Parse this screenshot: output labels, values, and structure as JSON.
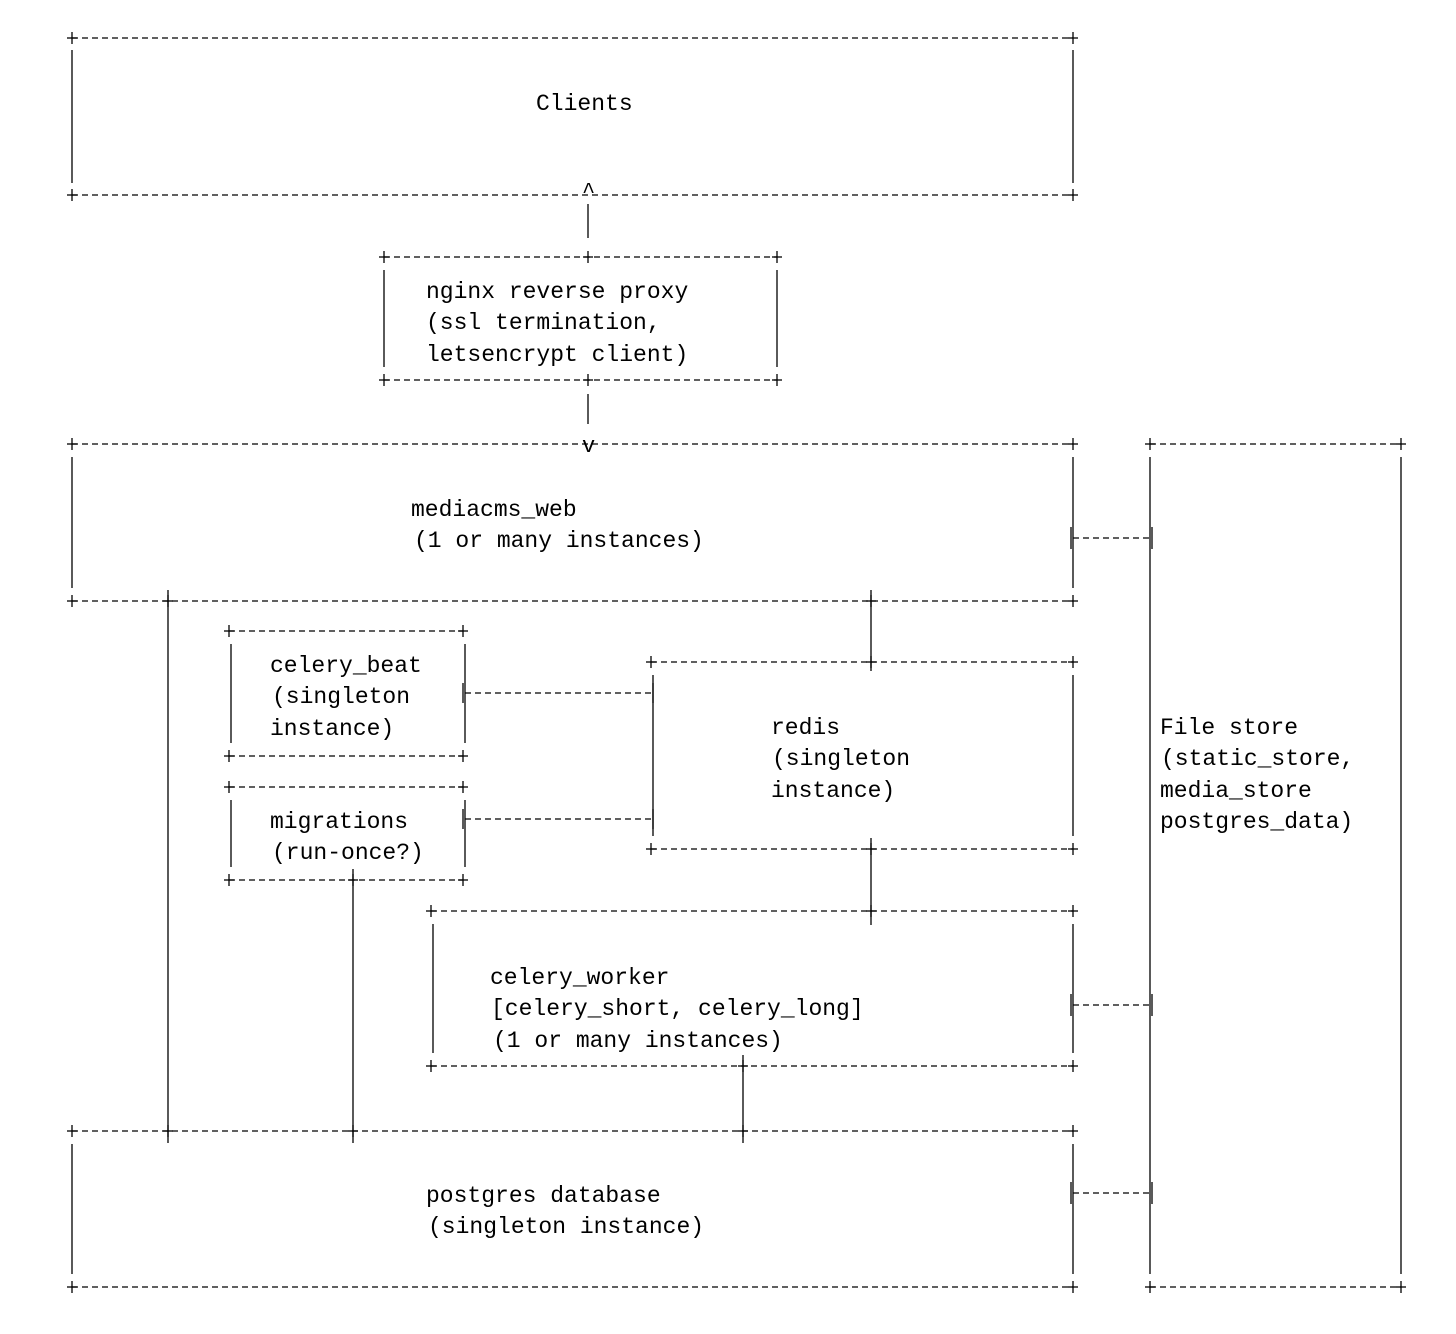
{
  "diagram": {
    "clients": {
      "line1": "Clients"
    },
    "nginx": {
      "line1": "nginx reverse proxy",
      "line2": "(ssl termination,",
      "line3": "letsencrypt client)"
    },
    "web": {
      "line1": "mediacms_web",
      "line2": "(1 or many instances)"
    },
    "celery_beat": {
      "line1": "celery_beat",
      "line2": "(singleton",
      "line3": "instance)"
    },
    "migrations": {
      "line1": "migrations",
      "line2": "(run-once?)"
    },
    "redis": {
      "line1": "redis",
      "line2": "(singleton",
      "line3": "instance)"
    },
    "celery_worker": {
      "line1": "celery_worker",
      "line2": "[celery_short, celery_long]",
      "line3": "(1 or many instances)"
    },
    "postgres": {
      "line1": "postgres database",
      "line2": "(singleton instance)"
    },
    "file_store": {
      "line1": "File store",
      "line2": "(static_store,",
      "line3": "media_store",
      "line4": "postgres_data)"
    },
    "arrow_up_glyph": "^",
    "arrow_down_glyph": "v"
  }
}
